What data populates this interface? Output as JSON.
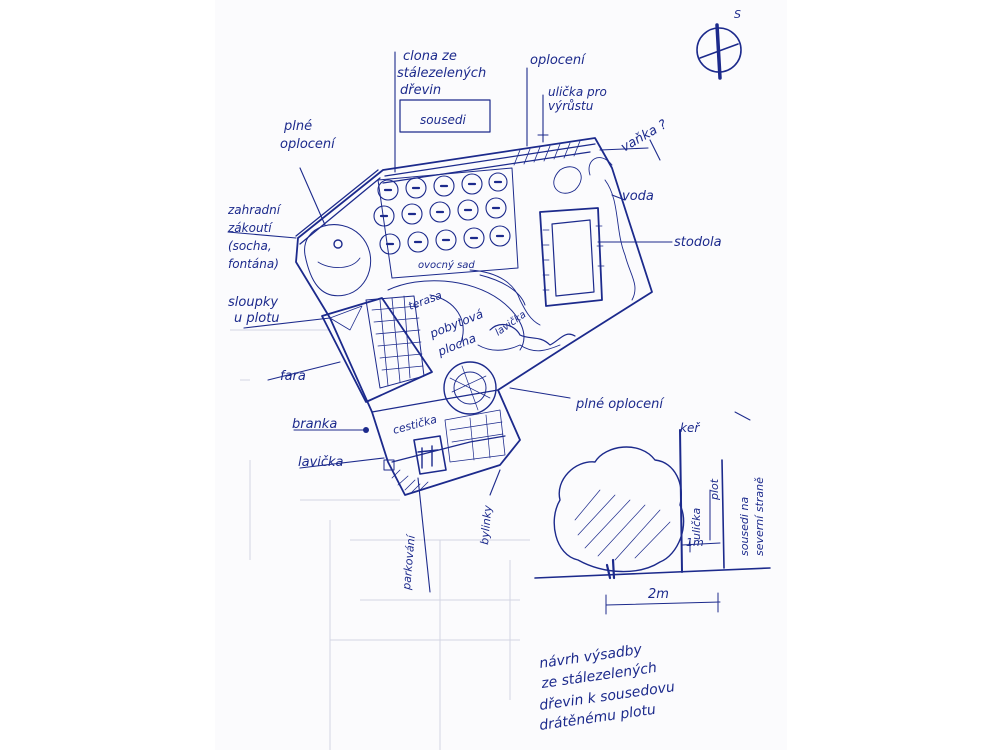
{
  "compass": {
    "letter": "S"
  },
  "labels": {
    "evergreen_fence": [
      "clona ze",
      "stálezelených",
      "dřevin"
    ],
    "sousedi": "sousedi",
    "oploceni": "oplocení",
    "ulicka": [
      "ulička pro",
      "výrůstu"
    ],
    "vanka": "vaňka ?",
    "full_fence_top": [
      "plné",
      "oplocení"
    ],
    "zahradni": [
      "zahradní",
      "zákoutí",
      "(socha,",
      "fontána)"
    ],
    "voda": "voda",
    "stodola": "stodola",
    "ovocny_sad": "ovocný sad",
    "sloupky": [
      "sloupky",
      "u plotu"
    ],
    "terasa": "terasa",
    "pobytova": [
      "pobytová",
      "plocha"
    ],
    "lavicka": "lavička",
    "fara": "fara",
    "branka": "branka",
    "cesticka": "cestička",
    "lavicka_bottom": "lavička",
    "parkovani": "parkování",
    "bylinky": "bylinky",
    "full_fence_side": "plné oplocení",
    "ker": "keř",
    "ulicka_dim": "ulička",
    "plot_dim": "plot",
    "dim_1m": "1m",
    "dim_2m": "2m",
    "sousedi_side": [
      "sousedi na",
      "severní straně"
    ]
  },
  "note": [
    "návrh výsadby",
    "ze stálezelených",
    "dřevin k sousedovu",
    "drátěnému plotu"
  ]
}
